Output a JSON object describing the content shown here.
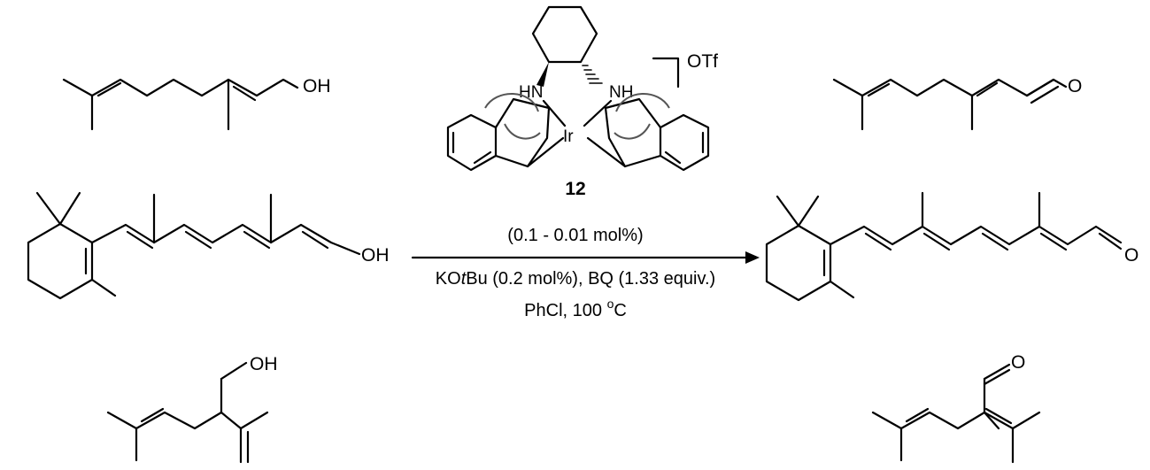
{
  "scheme": {
    "catalyst": {
      "compound_number": "12",
      "counterion": "OTf",
      "metal_label": "Ir",
      "amine_left_label": "HN",
      "amine_right_label": "NH"
    },
    "conditions": {
      "loading": "(0.1 - 0.01 mol%)",
      "base_prefix": "KO",
      "base_italic": "t",
      "base_suffix": "Bu (0.2 mol%), BQ (1.33 equiv.)",
      "solvent_prefix": "PhCl, 100 ",
      "temp_superscript": "o",
      "temp_unit": "C"
    },
    "substrates": {
      "geraniol_group": "OH",
      "retinol_group": "OH",
      "lavandulol_group": "OH"
    },
    "products": {
      "geranial_group": "O",
      "retinal_group": "O",
      "lavandulal_group": "O"
    }
  }
}
